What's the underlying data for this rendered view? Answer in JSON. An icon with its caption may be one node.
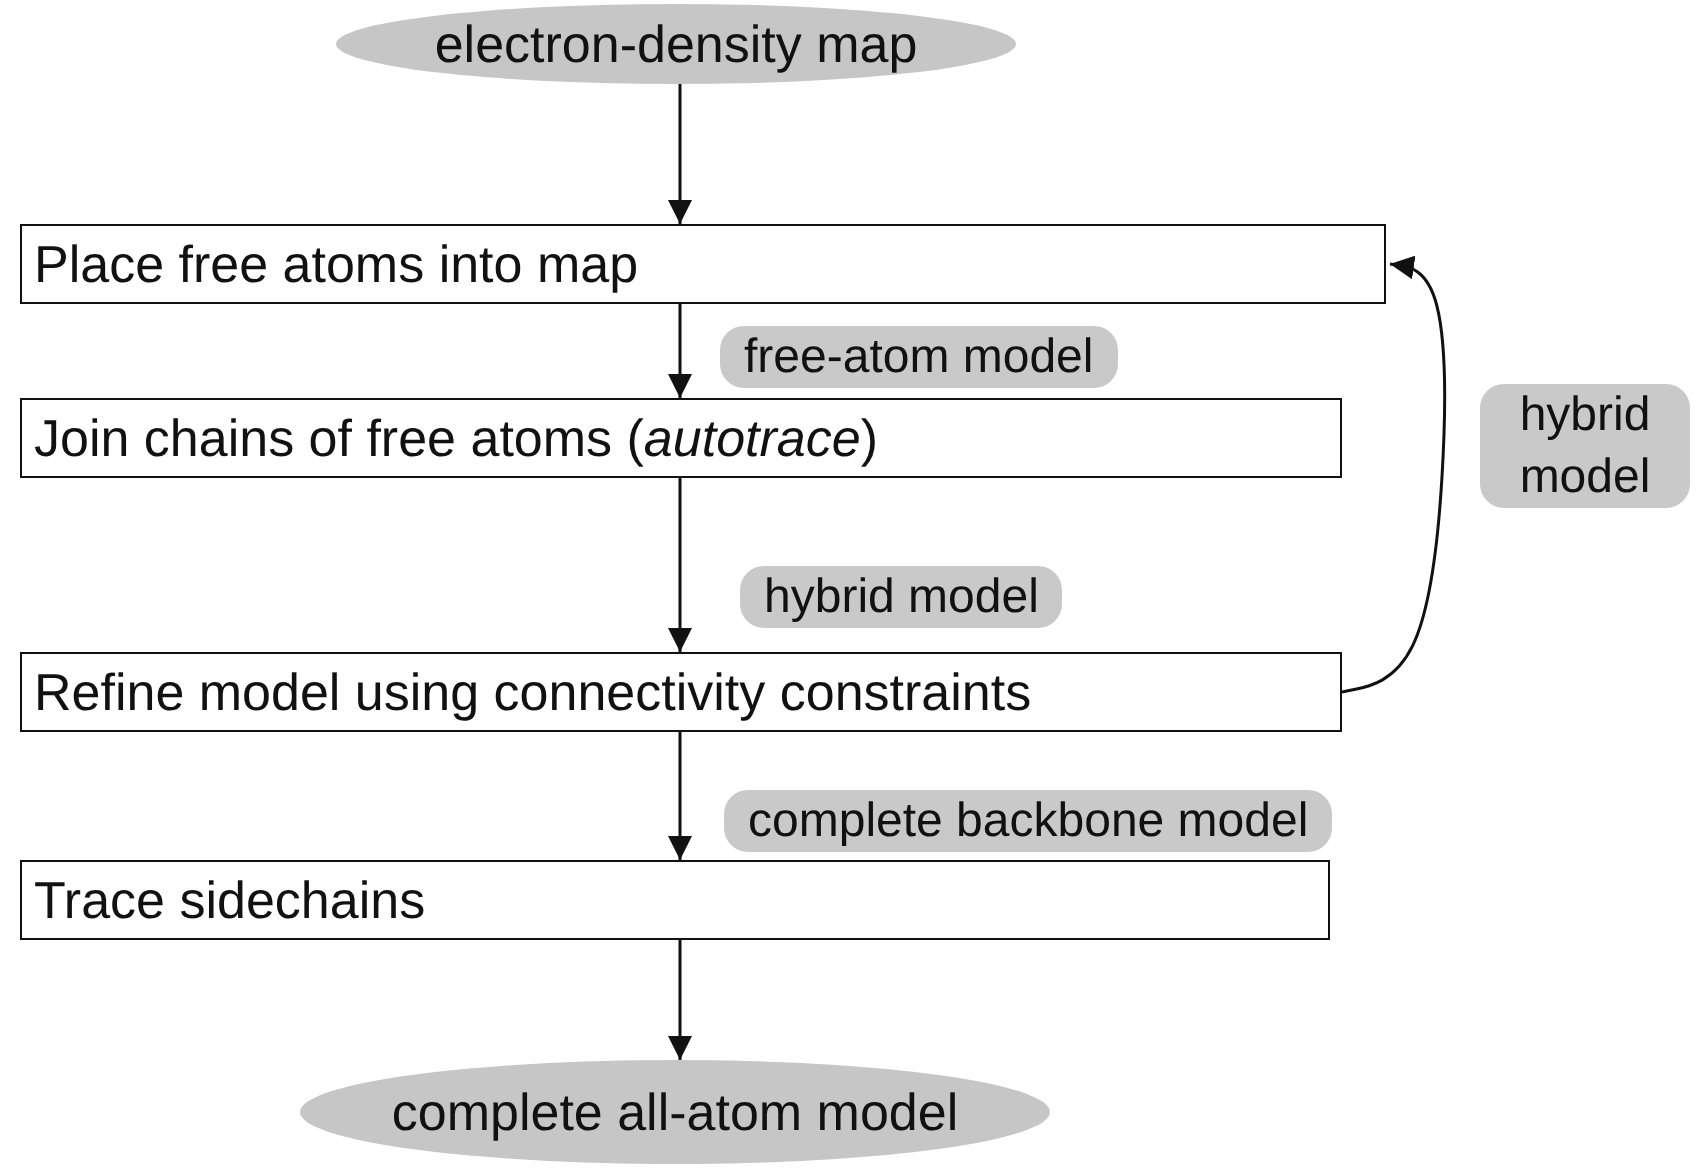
{
  "diagram": {
    "nodes": [
      {
        "text": [
          "electron-density map"
        ]
      },
      {
        "text": [
          "Place free atoms into map"
        ]
      },
      {
        "text": [
          "Join chains of free atoms (*autotrace*)"
        ]
      },
      {
        "text": [
          "Refine model using connectivity constraints"
        ]
      },
      {
        "text": [
          "Trace sidechains"
        ]
      },
      {
        "text": [
          "complete all-atom model"
        ]
      }
    ],
    "edges": [
      {
        "from": 0,
        "to": 1,
        "arrow": "to"
      },
      {
        "from": 1,
        "to": 2,
        "arrow": "to",
        "label": "free-atom model"
      },
      {
        "from": 2,
        "to": 3,
        "arrow": "to",
        "label": "hybrid model"
      },
      {
        "from": 3,
        "to": 4,
        "arrow": "to",
        "label": "complete backbone model"
      },
      {
        "from": 4,
        "to": 5,
        "arrow": "to"
      },
      {
        "from": 3,
        "to": 1,
        "arrow": "to",
        "label": "hybrid model"
      }
    ]
  }
}
